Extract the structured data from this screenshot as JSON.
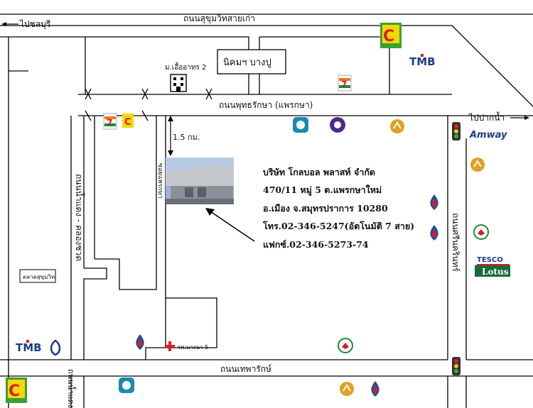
{
  "roads": {
    "sukhumvit_old": "ถนนสุขุมวิทสายเก่า",
    "phutthaarak": "ถนนพุทธรักษา (แพรกษา)",
    "thepharak": "ถนนเทพารักษ์",
    "namdaeng": "ถนนน้ำแดง - คลองชวด",
    "soi_left": "ซอยแพรกษา",
    "srinakarin": "ถนนศรีนครินทร์",
    "bottom_left": "ถนนน้ำแดง"
  },
  "directions": {
    "to_chonburi": "ไปชลบุรี",
    "to_paknam": "ไปปากน้ำ"
  },
  "places": {
    "bangpoo": "นิคมฯ บางปู",
    "village": "ม.เอื้ออาทร 2",
    "market": "ตลาดสุขุมวิท",
    "hospital": "รพ.บางนา 5"
  },
  "distance": "1.5 กม.",
  "company": {
    "name": "บริษัท โกลบอล พลาสท์ จำกัด",
    "address1": "470/11 หมู่ 5 ต.แพรกษาใหม่",
    "address2": "อ.เมือง จ.สมุทรปราการ 10280",
    "phone": "โทร.02-346-5247(อัตโนมัติ 7 สาย)",
    "fax": "แฟกซ์.02-346-5273-74"
  },
  "logos": {
    "tmb": "TMB",
    "amway": "Amway",
    "tesco": "TESCO",
    "lotus": "Lotus",
    "bigc": "Big C"
  },
  "colors": {
    "bigc_red": "#d0202a",
    "bigc_green": "#3aa035",
    "tmb_blue": "#1a3c8c",
    "scb_purple": "#4a2a8a",
    "ptt_blue": "#1f4fa0",
    "ptt_red": "#d42020",
    "krungsri_gold": "#e0a020",
    "kasikorn_green": "#1c8a3a",
    "lotus_green": "#1a6a3a",
    "seven_orange": "#f07a10",
    "seven_green": "#1a8a3a",
    "road_line": "#000000"
  }
}
